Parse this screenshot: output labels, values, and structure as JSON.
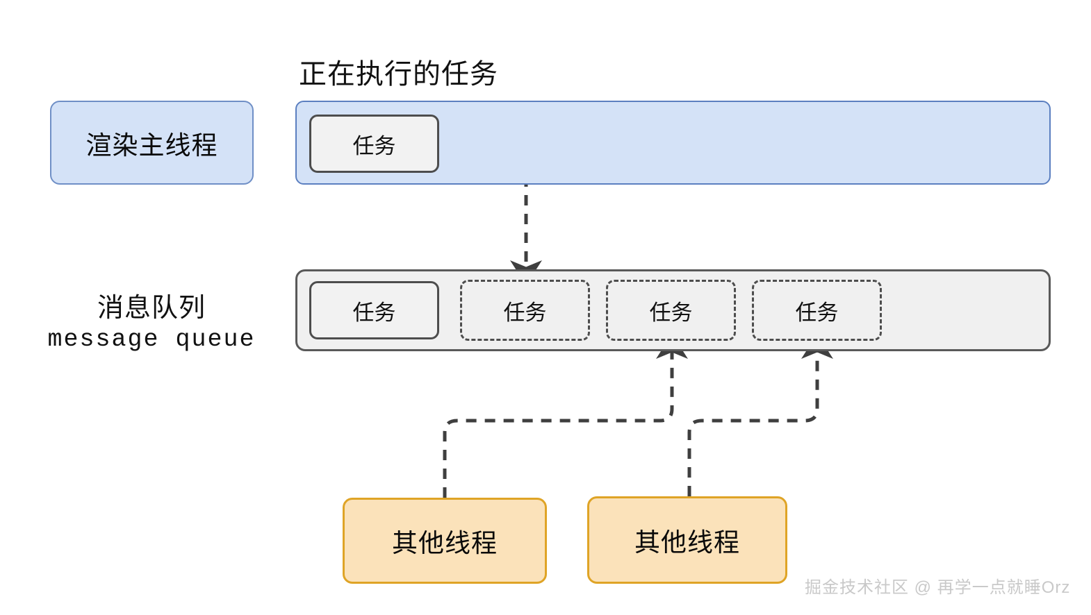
{
  "diagram": {
    "title_exec": "正在执行的任务",
    "labels": {
      "render_main_thread": "渲染主线程",
      "queue_cn": "消息队列",
      "queue_en": "message queue",
      "other_thread": "其他线程",
      "task": "任务"
    },
    "exec_lane": {
      "tasks": [
        {
          "label": "任务",
          "style": "solid"
        }
      ]
    },
    "queue_lane": {
      "tasks": [
        {
          "label": "任务",
          "style": "solid"
        },
        {
          "label": "任务",
          "style": "dashed"
        },
        {
          "label": "任务",
          "style": "dashed"
        },
        {
          "label": "任务",
          "style": "dashed"
        }
      ]
    },
    "other_threads": [
      {
        "label": "其他线程"
      },
      {
        "label": "其他线程"
      }
    ],
    "watermark": "掘金技术社区 @ 再学一点就睡Orz",
    "colors": {
      "lane_blue_fill": "#d4e2f7",
      "lane_blue_border": "#5b7fc0",
      "queue_fill": "#f0f0f0",
      "queue_border": "#595959",
      "thread_orange_fill": "#fbe2ba",
      "thread_orange_border": "#dfa426",
      "task_border": "#4d4d4d",
      "arrow": "#3f3f3f",
      "watermark": "#c9c9c9"
    }
  }
}
